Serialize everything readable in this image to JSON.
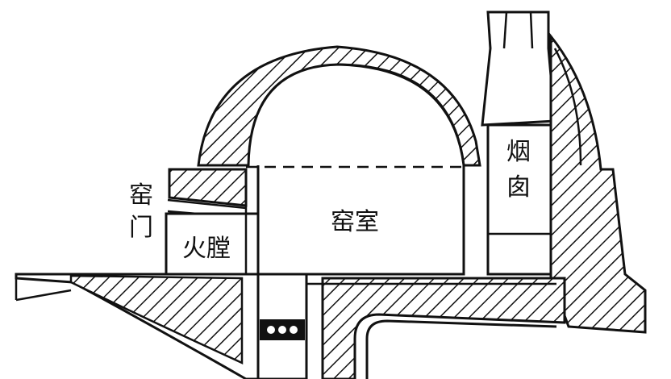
{
  "labels": {
    "kiln_door_1": "窑",
    "kiln_door_2": "门",
    "firebox": "火膛",
    "kiln_chamber": "窑室",
    "chimney_1": "烟",
    "chimney_2": "囱"
  },
  "colors": {
    "ink": "#111111",
    "paper": "#ffffff"
  }
}
